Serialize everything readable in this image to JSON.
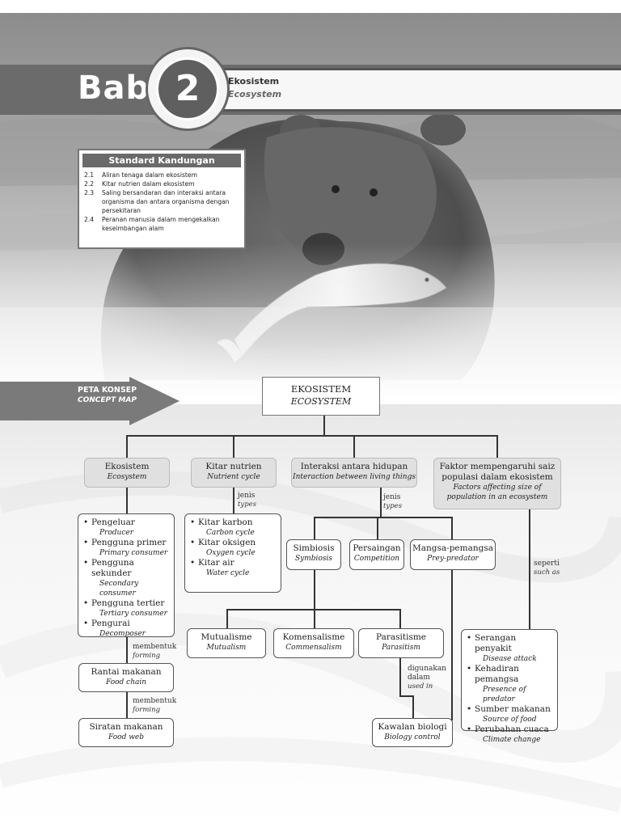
{
  "header": {
    "bab": "Bab",
    "num": "2",
    "title": "Ekosistem",
    "subtitle": "Ecosystem"
  },
  "standard": {
    "title": "Standard Kandungan",
    "items": [
      {
        "num": "2.1",
        "text": "Aliran tenaga dalam ekosistem"
      },
      {
        "num": "2.2",
        "text": "Kitar nutrien dalam ekosistem"
      },
      {
        "num": "2.3",
        "text": "Saling bersandaran dan interaksi antara organisma dan antara organisma dengan persekitaran"
      },
      {
        "num": "2.4",
        "text": "Peranan manusia dalam mengekalkan keseimbangan alam"
      }
    ]
  },
  "concept_map_label": {
    "ms": "PETA KONSEP",
    "en": "CONCEPT MAP"
  },
  "map": {
    "root": {
      "ms": "EKOSISTEM",
      "en": "ECOSYSTEM"
    },
    "cats": [
      {
        "ms": "Ekosistem",
        "en": "Ecosystem"
      },
      {
        "ms": "Kitar nutrien",
        "en": "Nutrient cycle"
      },
      {
        "ms": "Interaksi antara hidupan",
        "en": "Interaction between living things"
      },
      {
        "ms": "Faktor mempengaruhi saiz populasi dalam ekosistem",
        "en": "Factors affecting size of population in an ecosystem"
      }
    ],
    "ecosystem_list": [
      {
        "ms": "Pengeluar",
        "en": "Producer"
      },
      {
        "ms": "Pengguna primer",
        "en": "Primary consumer"
      },
      {
        "ms": "Pengguna sekunder",
        "en": "Secondary consumer"
      },
      {
        "ms": "Pengguna tertier",
        "en": "Tertiary consumer"
      },
      {
        "ms": "Pengurai",
        "en": "Decomposer"
      }
    ],
    "nutrient_list": [
      {
        "ms": "Kitar karbon",
        "en": "Carbon cycle"
      },
      {
        "ms": "Kitar oksigen",
        "en": "Oxygen cycle"
      },
      {
        "ms": "Kitar air",
        "en": "Water cycle"
      }
    ],
    "interactions": [
      {
        "ms": "Simbiosis",
        "en": "Symbiosis"
      },
      {
        "ms": "Persaingan",
        "en": "Competition"
      },
      {
        "ms": "Mangsa-pemangsa",
        "en": "Prey-predator"
      }
    ],
    "symbiosis_types": [
      {
        "ms": "Mutualisme",
        "en": "Mutualism"
      },
      {
        "ms": "Komensalisme",
        "en": "Commensalism"
      },
      {
        "ms": "Parasitisme",
        "en": "Parasitism"
      }
    ],
    "factors": [
      {
        "ms": "Serangan penyakit",
        "en": "Disease attack"
      },
      {
        "ms": "Kehadiran pemangsa",
        "en": "Presence of predator"
      },
      {
        "ms": "Sumber makanan",
        "en": "Source of food"
      },
      {
        "ms": "Perubahan cuaca",
        "en": "Climate change"
      }
    ],
    "food_chain": {
      "ms": "Rantai makanan",
      "en": "Food chain"
    },
    "food_web": {
      "ms": "Siratan makanan",
      "en": "Food web"
    },
    "bio_control": {
      "ms": "Kawalan biologi",
      "en": "Biology control"
    },
    "labels": {
      "jenis_ms": "jenis",
      "jenis_en": "types",
      "membentuk_ms": "membentuk",
      "membentuk_en": "forming",
      "seperti_ms": "seperti",
      "seperti_en": "such as",
      "digunakan_ms": "digunakan",
      "dalam_ms": "dalam",
      "used_en": "used in"
    }
  }
}
